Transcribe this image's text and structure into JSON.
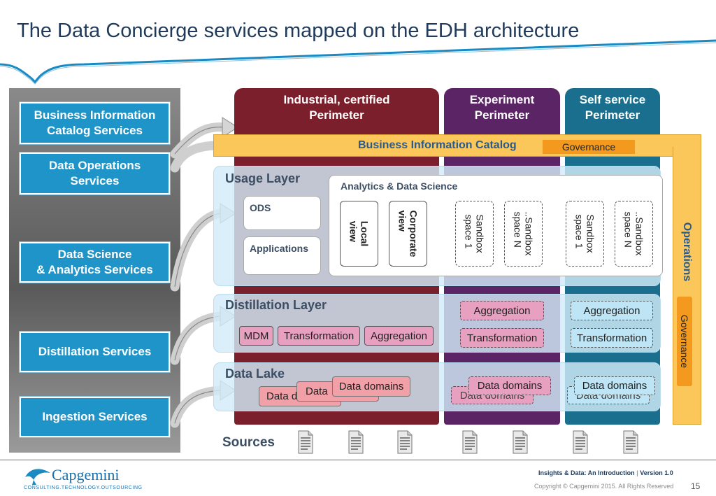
{
  "title": "The Data Concierge services mapped on the EDH architecture",
  "colors": {
    "industrial": "#7a1f2b",
    "experiment": "#5b2464",
    "selfservice": "#1a6f8e",
    "service_blue": "#1f94c9",
    "catalog_band": "#fbc65a",
    "governance": "#f39a1e",
    "aggregation": "#e8a0c0",
    "data_domains": "#f0a0a6"
  },
  "services": [
    "Business Information\nCatalog Services",
    "Data Operations\nServices",
    "Data Science\n& Analytics Services",
    "Distillation Services",
    "Ingestion Services"
  ],
  "perimeters": {
    "industrial": "Industrial, certified\nPerimeter",
    "experiment": "Experiment\nPerimeter",
    "selfservice": "Self service\nPerimeter"
  },
  "catalog": {
    "label": "Business Information Catalog",
    "governance": "Governance"
  },
  "operations": {
    "label": "Operations",
    "governance": "Governance"
  },
  "usage": {
    "title": "Usage Layer",
    "ods": "ODS",
    "applications": "Applications",
    "analytics_title": "Analytics & Data Science",
    "local_view": "Local\nview",
    "corporate_view": "Corporate\nview",
    "sandbox_1": "Sandbox\nspace 1",
    "sandbox_n": "..Sandbox\nspace N"
  },
  "distillation": {
    "title": "Distillation Layer",
    "mdm": "MDM",
    "transformation": "Transformation",
    "aggregation": "Aggregation"
  },
  "datalake": {
    "title": "Data Lake",
    "data_domains": "Data domains",
    "data_d": "Data d",
    "data": "Data"
  },
  "sources": "Sources",
  "footer": {
    "logo": "Capgemini",
    "tagline": "CONSULTING.TECHNOLOGY.OUTSOURCING",
    "insights": "Insights & Data: An Introduction",
    "version": "Version 1.0",
    "copyright": "Copyright © Capgemini 2015. All Rights Reserved",
    "page": "15"
  }
}
